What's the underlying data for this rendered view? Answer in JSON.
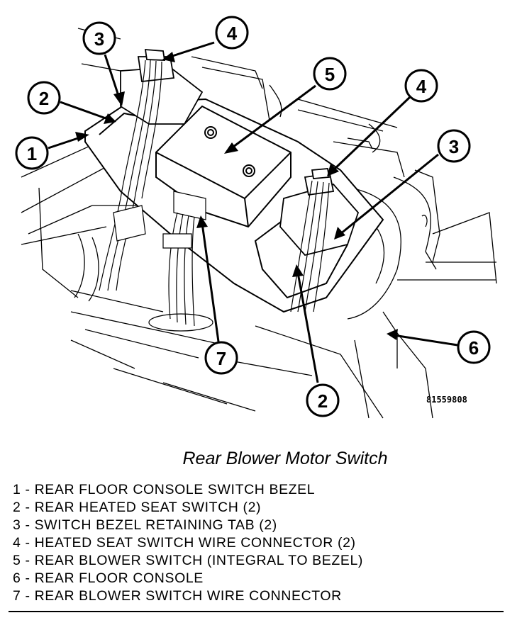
{
  "figure_id": "81559808",
  "caption": "Rear Blower Motor Switch",
  "callouts": [
    {
      "num": "1"
    },
    {
      "num": "2"
    },
    {
      "num": "2"
    },
    {
      "num": "3"
    },
    {
      "num": "3"
    },
    {
      "num": "4"
    },
    {
      "num": "4"
    },
    {
      "num": "5"
    },
    {
      "num": "6"
    },
    {
      "num": "7"
    }
  ],
  "legend": [
    "1 - REAR FLOOR CONSOLE SWITCH BEZEL",
    "2 - REAR HEATED SEAT SWITCH (2)",
    "3 - SWITCH BEZEL RETAINING TAB (2)",
    "4 - HEATED SEAT SWITCH WIRE CONNECTOR (2)",
    "5 - REAR BLOWER SWITCH (INTEGRAL TO BEZEL)",
    "6 - REAR FLOOR CONSOLE",
    "7 - REAR BLOWER SWITCH WIRE CONNECTOR"
  ]
}
